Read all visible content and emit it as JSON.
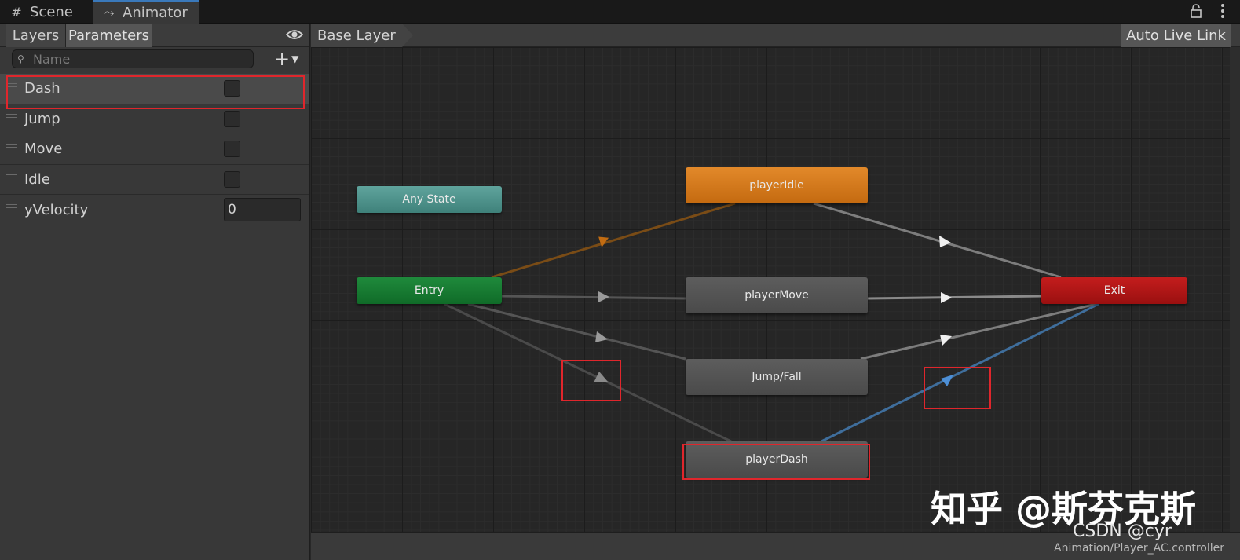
{
  "window_tabs": [
    {
      "label": "Scene",
      "icon": "grid-icon"
    },
    {
      "label": "Animator",
      "icon": "animator-icon",
      "active": true
    }
  ],
  "left_panel": {
    "tabs": [
      "Layers",
      "Parameters"
    ],
    "active_tab": "Parameters",
    "search_placeholder": "Name",
    "parameters": [
      {
        "name": "Dash",
        "type": "bool",
        "value": false,
        "selected": true
      },
      {
        "name": "Jump",
        "type": "bool",
        "value": false
      },
      {
        "name": "Move",
        "type": "bool",
        "value": false
      },
      {
        "name": "Idle",
        "type": "bool",
        "value": false
      },
      {
        "name": "yVelocity",
        "type": "float",
        "value": "0"
      }
    ]
  },
  "graph": {
    "breadcrumb": "Base Layer",
    "auto_live_link": "Auto Live Link",
    "states": {
      "any_state": "Any State",
      "entry": "Entry",
      "idle": "playerIdle",
      "move": "playerMove",
      "jump": "Jump/Fall",
      "dash": "playerDash",
      "exit": "Exit"
    },
    "controller_path": "Animation/Player_AC.controller"
  },
  "colors": {
    "accent": "#3a79bb",
    "highlight": "#e0262c",
    "any_state": "#4f938c",
    "entry": "#178033",
    "default_state": "#d4791d",
    "exit": "#b21717",
    "selected_transition": "#4d8fd6"
  },
  "watermark": {
    "site": "知乎 @斯芬克斯",
    "csdn": "CSDN @cyr"
  }
}
